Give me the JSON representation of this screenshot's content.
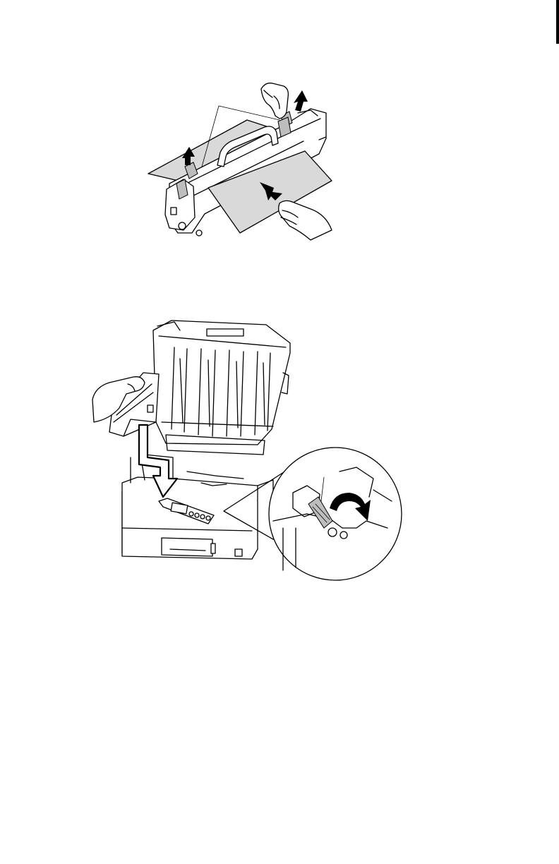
{
  "page": {
    "background": "#ffffff",
    "rule_color": "#000000"
  },
  "figures": [
    {
      "id": "fuser-paper-jam",
      "icons": [
        "fuser-unit",
        "release-lever-arrows",
        "paper-sheet",
        "hand"
      ]
    },
    {
      "id": "fuser-installation",
      "icons": [
        "printer-open-cover",
        "fuser-unit",
        "insert-arrow",
        "lock-lever-detail"
      ]
    }
  ],
  "colors": {
    "paper_fill": "#d9d9d9",
    "line": "#000000"
  }
}
